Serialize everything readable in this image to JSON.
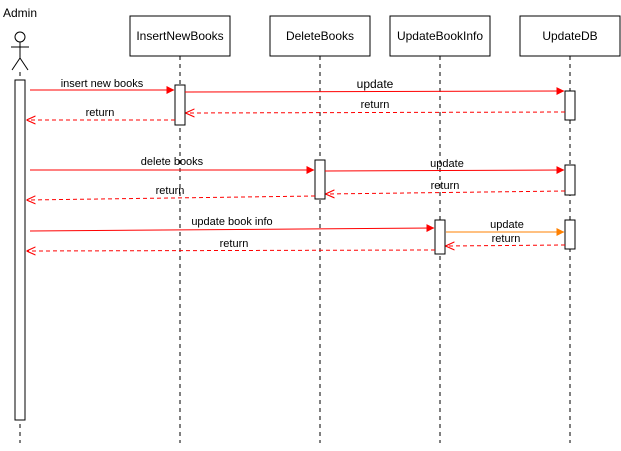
{
  "colors": {
    "message": "#ff0000",
    "orange_message": "#ff8000",
    "line": "#000000",
    "background": "#ffffff"
  },
  "actor": {
    "label": "Admin",
    "icon": "stick-figure-icon"
  },
  "participants": [
    {
      "id": "insert",
      "label": "InsertNewBooks"
    },
    {
      "id": "delete",
      "label": "DeleteBooks"
    },
    {
      "id": "updinfo",
      "label": "UpdateBookInfo"
    },
    {
      "id": "updatedb",
      "label": "UpdateDB"
    }
  ],
  "messages": [
    {
      "label": "insert new books",
      "from": "admin",
      "to": "insert",
      "kind": "call"
    },
    {
      "label": "update",
      "from": "insert",
      "to": "updatedb",
      "kind": "call"
    },
    {
      "label": "return",
      "from": "updatedb",
      "to": "insert",
      "kind": "return"
    },
    {
      "label": "return",
      "from": "insert",
      "to": "admin",
      "kind": "return"
    },
    {
      "label": "delete books",
      "from": "admin",
      "to": "delete",
      "kind": "call"
    },
    {
      "label": "update",
      "from": "delete",
      "to": "updatedb",
      "kind": "call"
    },
    {
      "label": "return",
      "from": "updatedb",
      "to": "delete",
      "kind": "return"
    },
    {
      "label": "return",
      "from": "delete",
      "to": "admin",
      "kind": "return"
    },
    {
      "label": "update book info",
      "from": "admin",
      "to": "updinfo",
      "kind": "call"
    },
    {
      "label": "update",
      "from": "updinfo",
      "to": "updatedb",
      "kind": "call",
      "color": "orange"
    },
    {
      "label": "return",
      "from": "updatedb",
      "to": "updinfo",
      "kind": "return"
    },
    {
      "label": "return",
      "from": "updinfo",
      "to": "admin",
      "kind": "return"
    }
  ]
}
